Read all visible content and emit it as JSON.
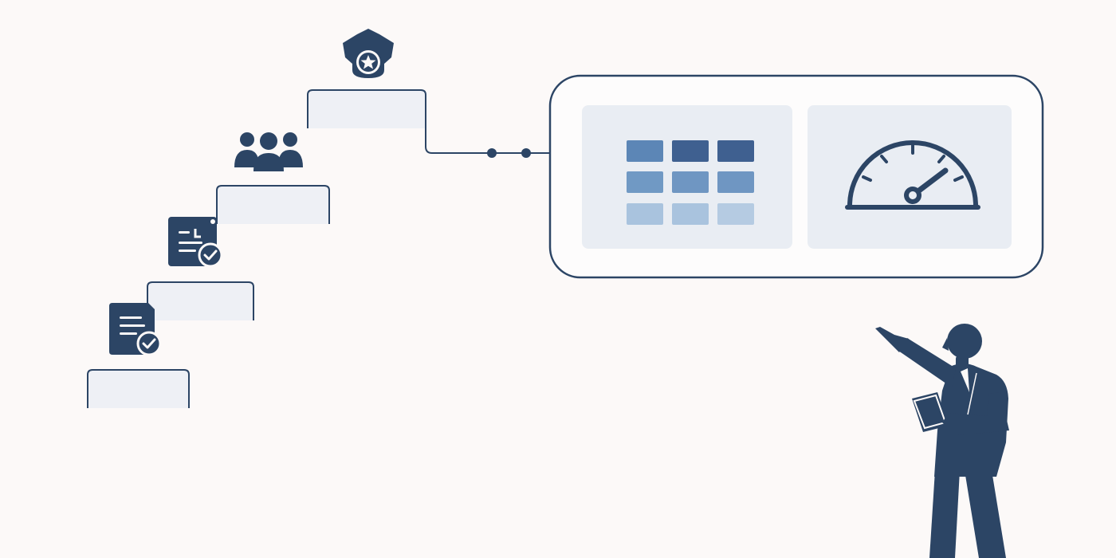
{
  "colors": {
    "background": "#fcf9f8",
    "navy": "#2c4565",
    "step_fill": "#eef0f5",
    "panel_fill": "#e9edf3",
    "panel_border": "#2c4565",
    "cell_dark": "#3f6090",
    "cell_mid": "#6f96c2",
    "cell_light": "#a9c3de"
  },
  "steps": [
    {
      "icon": "document-check-icon"
    },
    {
      "icon": "clipboard-check-icon"
    },
    {
      "icon": "team-icon"
    },
    {
      "icon": "shield-star-icon"
    }
  ],
  "connector": {
    "dots": 2
  },
  "dashboard": {
    "panels": [
      {
        "icon": "data-grid-icon",
        "grid": {
          "rows": 3,
          "cols": 3
        }
      },
      {
        "icon": "speedometer-gauge-icon"
      }
    ]
  },
  "figure": {
    "icon": "presenter-with-tablet-icon"
  }
}
